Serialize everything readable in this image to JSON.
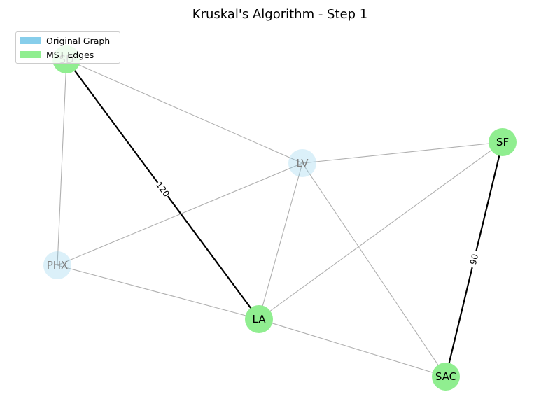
{
  "title": "Kruskal's Algorithm - Step 1",
  "legend": {
    "items": [
      {
        "label": "Original Graph",
        "color": "#87ceeb"
      },
      {
        "label": "MST Edges",
        "color": "#90ee90"
      }
    ]
  },
  "colors": {
    "edge_default": "#b0b0b0",
    "edge_mst": "#000000",
    "node_default": "#87ceeb",
    "node_mst": "#90ee90",
    "label_default": "#7f7f7f",
    "label_mst": "#000000"
  },
  "nodes": [
    {
      "id": "SD",
      "in_mst": true
    },
    {
      "id": "LV",
      "in_mst": false
    },
    {
      "id": "SF",
      "in_mst": true
    },
    {
      "id": "PHX",
      "in_mst": false
    },
    {
      "id": "LA",
      "in_mst": true
    },
    {
      "id": "SAC",
      "in_mst": true
    }
  ],
  "edges": [
    {
      "from": "SD",
      "to": "LV",
      "in_mst": false
    },
    {
      "from": "SD",
      "to": "PHX",
      "in_mst": false
    },
    {
      "from": "LV",
      "to": "SF",
      "in_mst": false
    },
    {
      "from": "LV",
      "to": "PHX",
      "in_mst": false
    },
    {
      "from": "LV",
      "to": "LA",
      "in_mst": false
    },
    {
      "from": "LV",
      "to": "SAC",
      "in_mst": false
    },
    {
      "from": "SF",
      "to": "LA",
      "in_mst": false
    },
    {
      "from": "PHX",
      "to": "LA",
      "in_mst": false
    },
    {
      "from": "LA",
      "to": "SAC",
      "in_mst": false
    },
    {
      "from": "SD",
      "to": "LA",
      "in_mst": true,
      "weight": "120"
    },
    {
      "from": "SF",
      "to": "SAC",
      "in_mst": true,
      "weight": "90"
    }
  ]
}
